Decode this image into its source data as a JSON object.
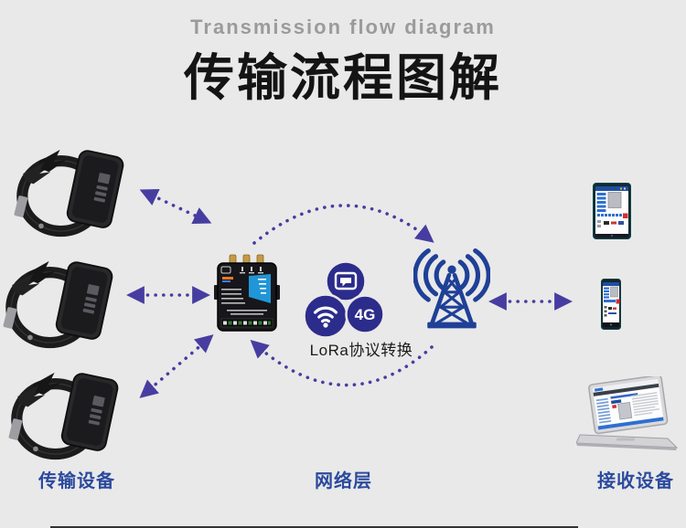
{
  "header": {
    "title_en": "Transmission flow diagram",
    "title_zh": "传输流程图解"
  },
  "colors": {
    "background": "#e9e9e9",
    "arrow_purple": "#473da1",
    "circle_indigo": "#2c2c8c",
    "tower_blue": "#1f4097",
    "label_blue": "#2b4a9e",
    "title_gray": "#9b9b9b"
  },
  "left_group": {
    "label": "传输设备",
    "devices": [
      "wearable-tracker-1",
      "wearable-tracker-2",
      "wearable-tracker-3"
    ]
  },
  "network_group": {
    "label": "网络层",
    "lora_caption": "LoRa协议转换",
    "badge_4g": "4G",
    "icons": [
      "message-icon",
      "wifi-icon",
      "4g-icon",
      "lora-gateway-device",
      "cell-tower-icon"
    ]
  },
  "right_group": {
    "label": "接收设备",
    "devices": [
      "tablet-device",
      "smartphone-device",
      "laptop-device"
    ]
  }
}
